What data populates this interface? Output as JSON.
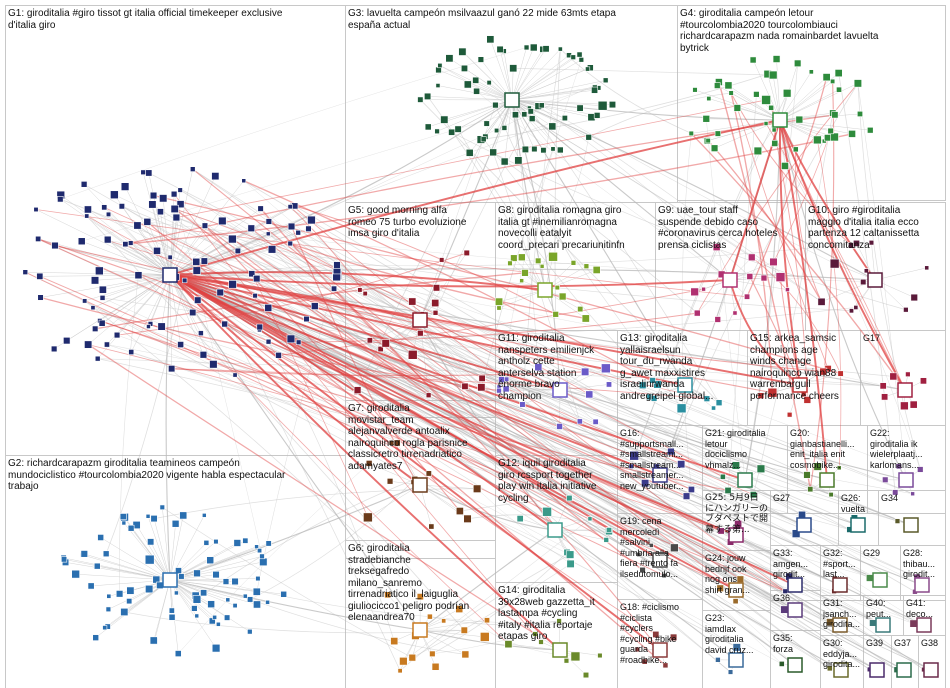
{
  "colors": {
    "background": "#ffffff",
    "box_border": "#c8c8c8",
    "edge_strong": "#e04040",
    "edge_weak": "#b8b8b8",
    "label_text": "#111111"
  },
  "groups": [
    {
      "id": "G1",
      "label": "G1: giroditalia #giro tissot gt italia official timekeeper exclusive\nd'italia giro",
      "color": "#1f2a6e",
      "nodes": 110
    },
    {
      "id": "G3",
      "label": "G3: lavuelta campeón msilvaazul ganó 22 mide 63mts etapa\nespaña actual",
      "color": "#1e5a3a",
      "nodes": 70
    },
    {
      "id": "G4",
      "label": "G4: giroditalia campeón letour\n#tourcolombia2020 tourcolombiauci\nrichardcarapazm nada romainbardet lavuelta\nbytrick",
      "color": "#2e8b3c",
      "nodes": 45
    },
    {
      "id": "G2",
      "label": "G2: richardcarapazm giroditalia teamineos campeón\nmundociclistico #tourcolombia2020 vigente habla espectacular\ntrabajo",
      "color": "#2a6fb0",
      "nodes": 80
    },
    {
      "id": "G5",
      "label": "G5: good morning alfa\nromeo 75 turbo evoluzione\nimsa giro d'italia",
      "color": "#8b1a2a",
      "nodes": 20
    },
    {
      "id": "G8",
      "label": "G8: giroditalia romagna giro\nitalia gt #inemilianromagna\nnovecolli eatalyit\ncoord_precari precariunitinfn",
      "color": "#7aa52a",
      "nodes": 18
    },
    {
      "id": "G9",
      "label": "G9: uae_tour staff\nsuspende debido caso\n#coronavirus cerca hoteles\nprensa ciclistas",
      "color": "#b03070",
      "nodes": 14
    },
    {
      "id": "G10",
      "label": "G10: giro #giroditalia\nmaggio d'italia italia ecco\npartenza 12 caltanissetta\nconcomitanza",
      "color": "#5a1a3a",
      "nodes": 12
    },
    {
      "id": "G11",
      "label": "G11: giroditalia\nnanspeters emilienjck\nantholz cette\nanterselva station\nénorme bravo\nchampion",
      "color": "#6a5ac8",
      "nodes": 14
    },
    {
      "id": "G13",
      "label": "G13: giroditalia\nyallaisraelsun\ntour_du_rwanda\ng_awet maxxistires\nisraelinrwanda\nandregreipel global...",
      "color": "#2a8fa0",
      "nodes": 10
    },
    {
      "id": "G15",
      "label": "G15: arkea_samsic\nchampions age\nwinds change\nnairoquinco wian88\nwarrenbarguil\nperformance cheers",
      "color": "#c03030",
      "nodes": 8
    },
    {
      "id": "G17",
      "label": "G17",
      "color": "#a02040",
      "nodes": 8
    },
    {
      "id": "G7",
      "label": "G7: giroditalia\nmovistar_team\nalejanvalverde antoalix\nnairoquinco rogla parisnice\nclassicretro tirrenadriatico\nadamyates7",
      "color": "#6a3a1a",
      "nodes": 12
    },
    {
      "id": "G16",
      "label": "G16:\n#supportsmall...\n#smallstreami...\n#smallstream...\nsmallstreamer...\nnew_youtuber...",
      "color": "#3a3a8a",
      "nodes": 8
    },
    {
      "id": "G21",
      "label": "G21: giroditalia\nletour\ndociclismo\nvhmalz...",
      "color": "#2a7a4a",
      "nodes": 6
    },
    {
      "id": "G20",
      "label": "G20:\ngianbastianelli...\nenit_italia enit\ncosmobike...",
      "color": "#4a7a2a",
      "nodes": 6
    },
    {
      "id": "G22",
      "label": "G22:\ngiroditalia ik\nwielerplaatj...\nkarlomans...",
      "color": "#7a4a9a",
      "nodes": 6
    },
    {
      "id": "G12",
      "label": "G12: iquii giroditalia\ngiro rcssport together\nplay win italia initiative\ncycling",
      "color": "#3a9a8a",
      "nodes": 10
    },
    {
      "id": "G6",
      "label": "G6: giroditalia\nstradebianche\ntreksegafredo\nmilano_sanremo\ntirrenadriatico il_laiguglia\ngiuliociccо1 peligro podrían\nelenaandrea70",
      "color": "#c87a20",
      "nodes": 16
    },
    {
      "id": "G19",
      "label": "G19: cena\nmercoledì\n#salvini\n#umbria alla\nfiera #trento fa\nilsedutomulo...",
      "color": "#4a4a4a",
      "nodes": 6
    },
    {
      "id": "G25",
      "label": "G25: 5月9日\nにハンガリーの\nブダペストで開\n幕する第...",
      "color": "#8a2a6a",
      "nodes": 4
    },
    {
      "id": "G27",
      "label": "G27",
      "color": "#2a4a8a",
      "nodes": 3
    },
    {
      "id": "G26",
      "label": "G26: vuelta",
      "color": "#1a6a6a",
      "nodes": 3
    },
    {
      "id": "G34",
      "label": "G34",
      "color": "#5a5a2a",
      "nodes": 2
    },
    {
      "id": "G24",
      "label": "G24: jouw\nbedrijf ook\nnog ons\nshirt gran...",
      "color": "#9a6a2a",
      "nodes": 4
    },
    {
      "id": "G33",
      "label": "G33:\namgen...\ngirodit...",
      "color": "#2a2a6a",
      "nodes": 3
    },
    {
      "id": "G32",
      "label": "G32:\n#sport...\nlast...",
      "color": "#6a2a2a",
      "nodes": 3
    },
    {
      "id": "G29",
      "label": "G29",
      "color": "#4a8a4a",
      "nodes": 2
    },
    {
      "id": "G28",
      "label": "G28:\nthibau...\ngirodit...",
      "color": "#8a4a8a",
      "nodes": 3
    },
    {
      "id": "G14",
      "label": "G14: giroditalia\n39x28web gazzetta_it\nlastampa #cycling\n#italy #italia reportaje\netapas giro",
      "color": "#6a8a2a",
      "nodes": 8
    },
    {
      "id": "G18",
      "label": "G18: #ciclismo\n#ciclista\n#cyclers\n#cycling #bike\nguarda\n#roadbike...",
      "color": "#8a3a3a",
      "nodes": 6
    },
    {
      "id": "G23",
      "label": "G23:\niamdlax\ngiroditalia\ndavid cruz...",
      "color": "#3a6a9a",
      "nodes": 4
    },
    {
      "id": "G36",
      "label": "G36",
      "color": "#5a3a7a",
      "nodes": 2
    },
    {
      "id": "G31",
      "label": "G31:\njsanch...\ngirodita...",
      "color": "#7a5a2a",
      "nodes": 2
    },
    {
      "id": "G40",
      "label": "G40:\npeut...",
      "color": "#3a7a7a",
      "nodes": 2
    },
    {
      "id": "G41",
      "label": "G41:\ndeco...",
      "color": "#7a3a5a",
      "nodes": 2
    },
    {
      "id": "G35",
      "label": "G35:\nforza",
      "color": "#2a5a2a",
      "nodes": 2
    },
    {
      "id": "G30",
      "label": "G30:\neddyja...\ngirodita...",
      "color": "#6a6a2a",
      "nodes": 2
    },
    {
      "id": "G39",
      "label": "G39",
      "color": "#4a2a6a",
      "nodes": 2
    },
    {
      "id": "G37",
      "label": "G37",
      "color": "#2a6a4a",
      "nodes": 2
    },
    {
      "id": "G38",
      "label": "G38",
      "color": "#6a2a4a",
      "nodes": 2
    }
  ]
}
